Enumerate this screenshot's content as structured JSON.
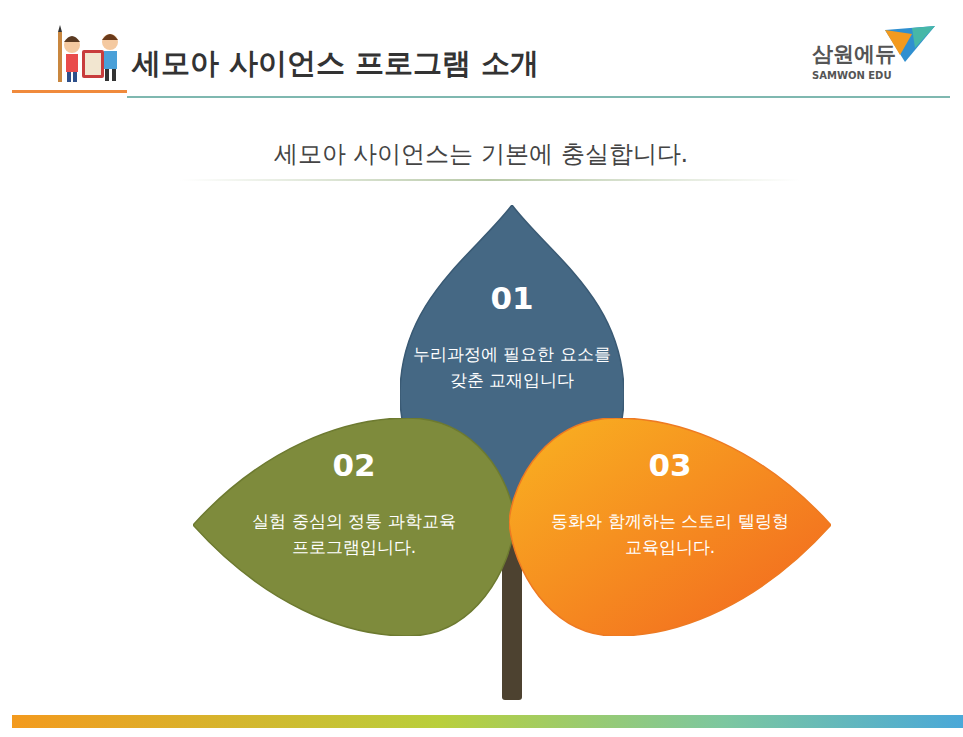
{
  "diagram": {
    "title": "세모아 사이언스 프로그램 소개",
    "nodes": [
      {
        "text": [
          "01",
          "누리과정에 필요한 요소를 갖춘 교재입니다"
        ]
      },
      {
        "text": [
          "02",
          "실험 중심의 정통 과학교육 프로그램입니다."
        ]
      },
      {
        "text": [
          "03",
          "동화와 함께하는 스토리 텔링형 교육입니다."
        ]
      }
    ],
    "labels": [
      "삼원에듀",
      "SAMWON EDU",
      "세모아 사이언스는 기본에 충실합니다."
    ]
  }
}
